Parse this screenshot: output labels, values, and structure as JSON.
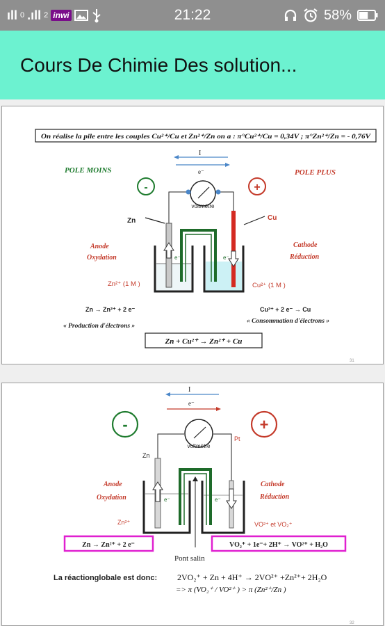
{
  "status_bar": {
    "signal_a": "ıll",
    "slot_a": "0",
    "signal_b": ".ıll",
    "slot_b": "2",
    "carrier": "inwi",
    "gallery_icon": "image-icon",
    "usb_icon": "usb-icon",
    "time": "21:22",
    "headset_icon": "headset-icon",
    "alarm_icon": "alarm-icon",
    "battery_percent": "58%",
    "battery_level": 0.58
  },
  "app_bar": {
    "title": "Cours De Chimie Des solution..."
  },
  "slide1": {
    "header": "On réalise la pile entre les couples Cu²⁺/Cu et Zn²⁺/Zn on a : π°Cu²⁺/Cu = 0,34V ; π°Zn²⁺/Zn = - 0,76V",
    "current_label": "I",
    "electron_label": "e⁻",
    "pole_minus_title": "POLE MOINS",
    "pole_plus_title": "POLE PLUS",
    "minus_sign": "-",
    "plus_sign": "+",
    "voltmeter": "voltmètre",
    "zn": "Zn",
    "cu": "Cu",
    "anode": "Anode",
    "oxidation": "Oxydation",
    "cathode": "Cathode",
    "reduction": "Réduction",
    "zn_solution": "Zn²⁺ (1 M )",
    "cu_solution": "Cu²⁺ (1 M )",
    "electron_left": "e⁻",
    "electron_right": "e⁻",
    "anode_reaction": "Zn → Zn²⁺ + 2 e⁻",
    "cathode_reaction": "Cu²⁺ + 2 e⁻ → Cu",
    "anode_note": "« Production d'électrons »",
    "cathode_note": "« Consommation d'électrons »",
    "global_reaction": "Zn  + Cu²⁺ → Zn²⁺ + Cu",
    "page_number": "31"
  },
  "slide2": {
    "current_label": "I",
    "electron_label": "e⁻",
    "minus_sign": "-",
    "plus_sign": "+",
    "voltmeter": "voltmètre",
    "zn": "Zn",
    "pt": "Pt",
    "anode": "Anode",
    "oxidation": "Oxydation",
    "cathode": "Cathode",
    "reduction": "Réduction",
    "zn_ion": "Zn²⁺",
    "vanadium_ions": "VO²⁺ et VO₂⁺",
    "electron_left": "e⁻",
    "electron_right": "e⁻",
    "anode_reaction": "Zn → Zn²⁺ + 2 e⁻",
    "cathode_reaction": "VO₂⁺ + 1e⁻+ 2H⁺ → VO²⁺ + H₂O",
    "salt_bridge": "Pont salin",
    "global_label": "La réactionglobale est donc:",
    "global_equation": "2VO₂⁺ + Zn + 4H⁺ → 2VO²⁺ +Zn²⁺+ 2H₂O",
    "potential_comparison": "=> π (VO₂⁺ / VO²⁺ ) >  π (Zn²⁺/Zn )",
    "page_number": "32"
  }
}
